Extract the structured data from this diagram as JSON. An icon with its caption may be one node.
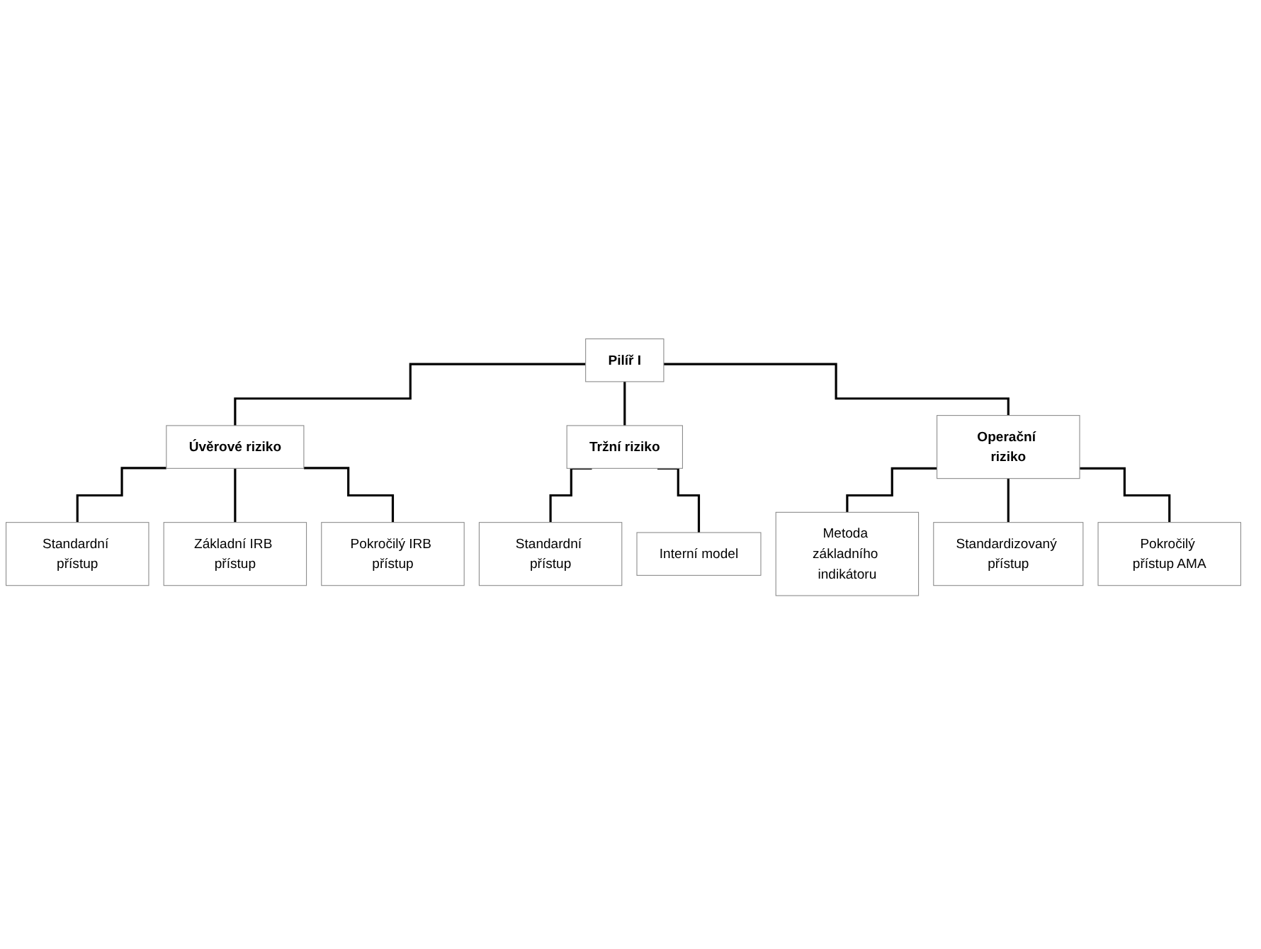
{
  "diagram": {
    "nodes": [
      {
        "text": [
          "Pilíř I"
        ]
      },
      {
        "text": [
          "Úvěrové riziko"
        ]
      },
      {
        "text": [
          "Tržní riziko"
        ]
      },
      {
        "text": [
          "Operační riziko"
        ]
      },
      {
        "text": [
          "Standardní přístup"
        ]
      },
      {
        "text": [
          "Základní IRB přístup"
        ]
      },
      {
        "text": [
          "Pokročilý IRB přístup"
        ]
      },
      {
        "text": [
          "Standardní přístup"
        ]
      },
      {
        "text": [
          "Interní model"
        ]
      },
      {
        "text": [
          "Metoda základního indikátoru"
        ]
      },
      {
        "text": [
          "Standardizovaný přístup"
        ]
      },
      {
        "text": [
          "Pokročilý přístup AMA"
        ]
      }
    ],
    "edges": [
      {
        "from": 0,
        "to": 1,
        "arrow": "none"
      },
      {
        "from": 0,
        "to": 2,
        "arrow": "none"
      },
      {
        "from": 0,
        "to": 3,
        "arrow": "none"
      },
      {
        "from": 1,
        "to": 4,
        "arrow": "none"
      },
      {
        "from": 1,
        "to": 5,
        "arrow": "none"
      },
      {
        "from": 1,
        "to": 6,
        "arrow": "none"
      },
      {
        "from": 2,
        "to": 7,
        "arrow": "none"
      },
      {
        "from": 2,
        "to": 8,
        "arrow": "none"
      },
      {
        "from": 3,
        "to": 9,
        "arrow": "none"
      },
      {
        "from": 3,
        "to": 10,
        "arrow": "none"
      },
      {
        "from": 3,
        "to": 11,
        "arrow": "none"
      }
    ]
  }
}
